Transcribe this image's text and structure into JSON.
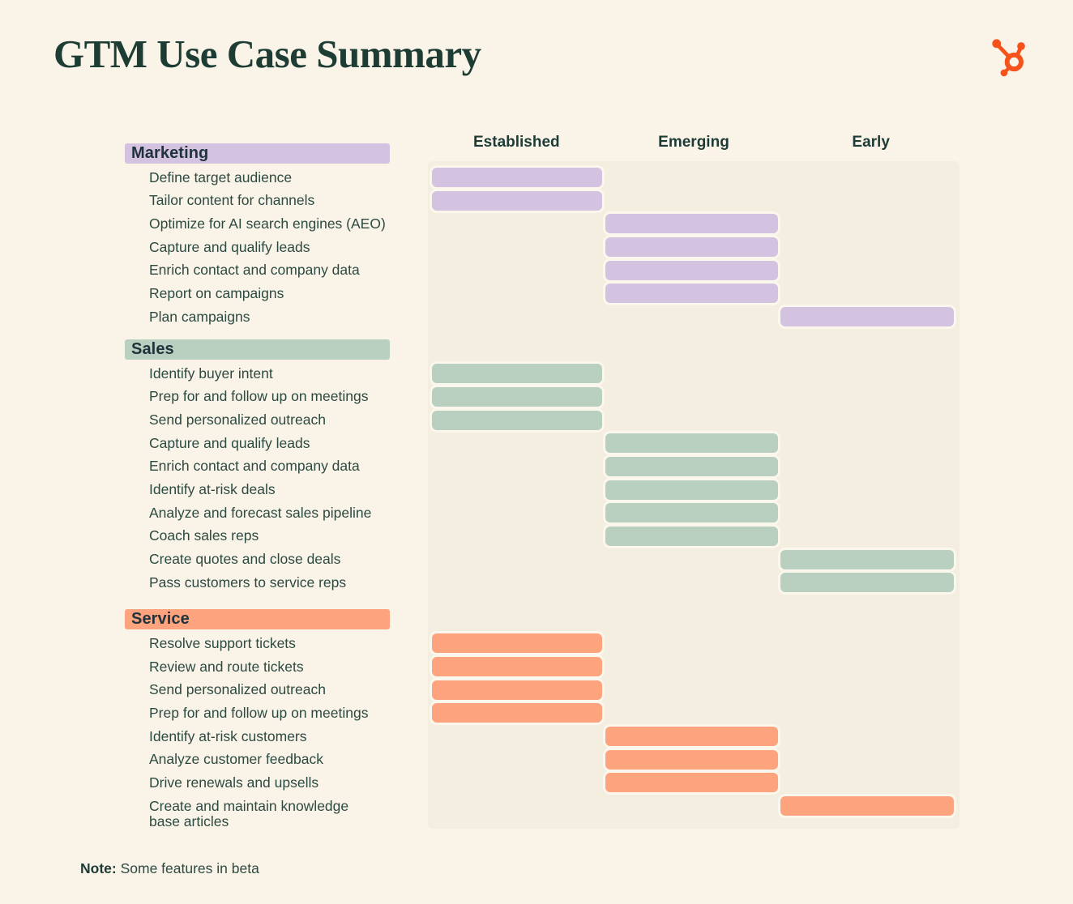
{
  "header": {
    "title": "GTM Use Case Summary",
    "logo_icon": "hubspot-sprocket-icon"
  },
  "note": {
    "label": "Note:",
    "text": " Some features in beta"
  },
  "colors": {
    "page_bg": "#faf4e8",
    "chart_bg": "#f3eee0",
    "bar_outline": "#fbf7ec",
    "marketing": "#d4c2e1",
    "sales": "#b9cfbf",
    "service": "#fda37d",
    "logo_orange": "#f5521c",
    "heading_text": "#1c3b36",
    "label_text": "#2c4a42"
  },
  "chart_data": {
    "type": "table",
    "title": "GTM Use Case Summary",
    "columns": [
      "Established",
      "Emerging",
      "Early"
    ],
    "legend_position": "top",
    "sections": [
      {
        "name": "Marketing",
        "color": "#d4c2e1",
        "rows": [
          {
            "label": "Define target audience",
            "stage": "Established"
          },
          {
            "label": "Tailor content for channels",
            "stage": "Established"
          },
          {
            "label": "Optimize for AI search engines (AEO)",
            "stage": "Emerging"
          },
          {
            "label": "Capture and qualify leads",
            "stage": "Emerging"
          },
          {
            "label": "Enrich contact and company data",
            "stage": "Emerging"
          },
          {
            "label": "Report on campaigns",
            "stage": "Emerging"
          },
          {
            "label": "Plan campaigns",
            "stage": "Early"
          }
        ]
      },
      {
        "name": "Sales",
        "color": "#b9cfbf",
        "rows": [
          {
            "label": "Identify buyer intent",
            "stage": "Established"
          },
          {
            "label": "Prep for and follow up on meetings",
            "stage": "Established"
          },
          {
            "label": "Send personalized outreach",
            "stage": "Established"
          },
          {
            "label": "Capture and qualify leads",
            "stage": "Emerging"
          },
          {
            "label": "Enrich contact and company data",
            "stage": "Emerging"
          },
          {
            "label": "Identify at-risk deals",
            "stage": "Emerging"
          },
          {
            "label": "Analyze and forecast sales pipeline",
            "stage": "Emerging"
          },
          {
            "label": "Coach sales reps",
            "stage": "Emerging"
          },
          {
            "label": "Create quotes and close deals",
            "stage": "Early"
          },
          {
            "label": "Pass customers to service reps",
            "stage": "Early"
          }
        ]
      },
      {
        "name": "Service",
        "color": "#fda37d",
        "rows": [
          {
            "label": "Resolve support tickets",
            "stage": "Established"
          },
          {
            "label": "Review and route tickets",
            "stage": "Established"
          },
          {
            "label": "Send personalized outreach",
            "stage": "Established"
          },
          {
            "label": "Prep for and follow up on meetings",
            "stage": "Established"
          },
          {
            "label": "Identify at-risk customers",
            "stage": "Emerging"
          },
          {
            "label": "Analyze customer feedback",
            "stage": "Emerging"
          },
          {
            "label": "Drive renewals and upsells",
            "stage": "Emerging"
          },
          {
            "label": "Create and maintain knowledge\nbase articles",
            "stage": "Early"
          }
        ]
      }
    ]
  }
}
